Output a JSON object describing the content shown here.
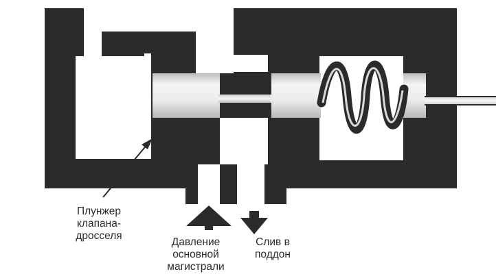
{
  "labels": {
    "plunger": [
      "Плунжер",
      "клапана-",
      "дросселя"
    ],
    "pressure": [
      "Давление",
      "основной",
      "магистрали"
    ],
    "drain": [
      "Слив в",
      "поддон"
    ]
  },
  "colors": {
    "body": "#2b2b2b",
    "cavity": "#ffffff",
    "spool_light": "#ececec",
    "spool_shade": "#bdbdbd",
    "text": "#2a2a2a"
  },
  "icons": {
    "pressure_arrow": "arrow-up-icon",
    "drain_arrow": "arrow-down-icon"
  }
}
